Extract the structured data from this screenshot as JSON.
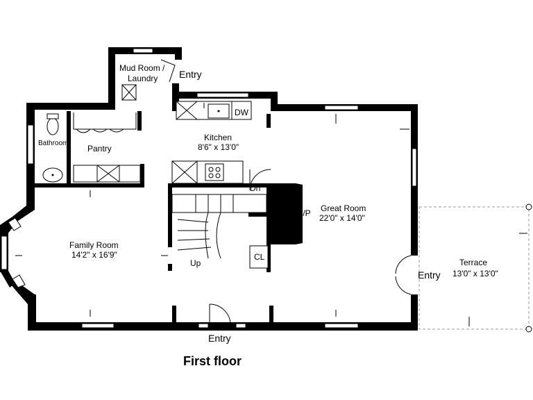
{
  "plan": {
    "title": "First floor",
    "rooms": {
      "mud_room_line1": "Mud Room /",
      "mud_room_line2": "Laundry",
      "pantry": "Pantry",
      "bathroom": "Bathroom",
      "kitchen_name": "Kitchen",
      "kitchen_dims": "8'6\" x 13'0\"",
      "dishwasher": "DW",
      "family_room_name": "Family Room",
      "family_room_dims": "14'2\" x 16'9\"",
      "great_room_name": "Great Room",
      "great_room_dims": "22'0\" x 14'0\"",
      "fireplace": "F/P",
      "closet": "CL",
      "stairs_down": "Dn",
      "stairs_up": "Up",
      "terrace_name": "Terrace",
      "terrace_dims": "13'0\" x 13'0\""
    },
    "entries": {
      "mud_room": "Entry",
      "terrace": "Entry",
      "front": "Entry"
    }
  }
}
